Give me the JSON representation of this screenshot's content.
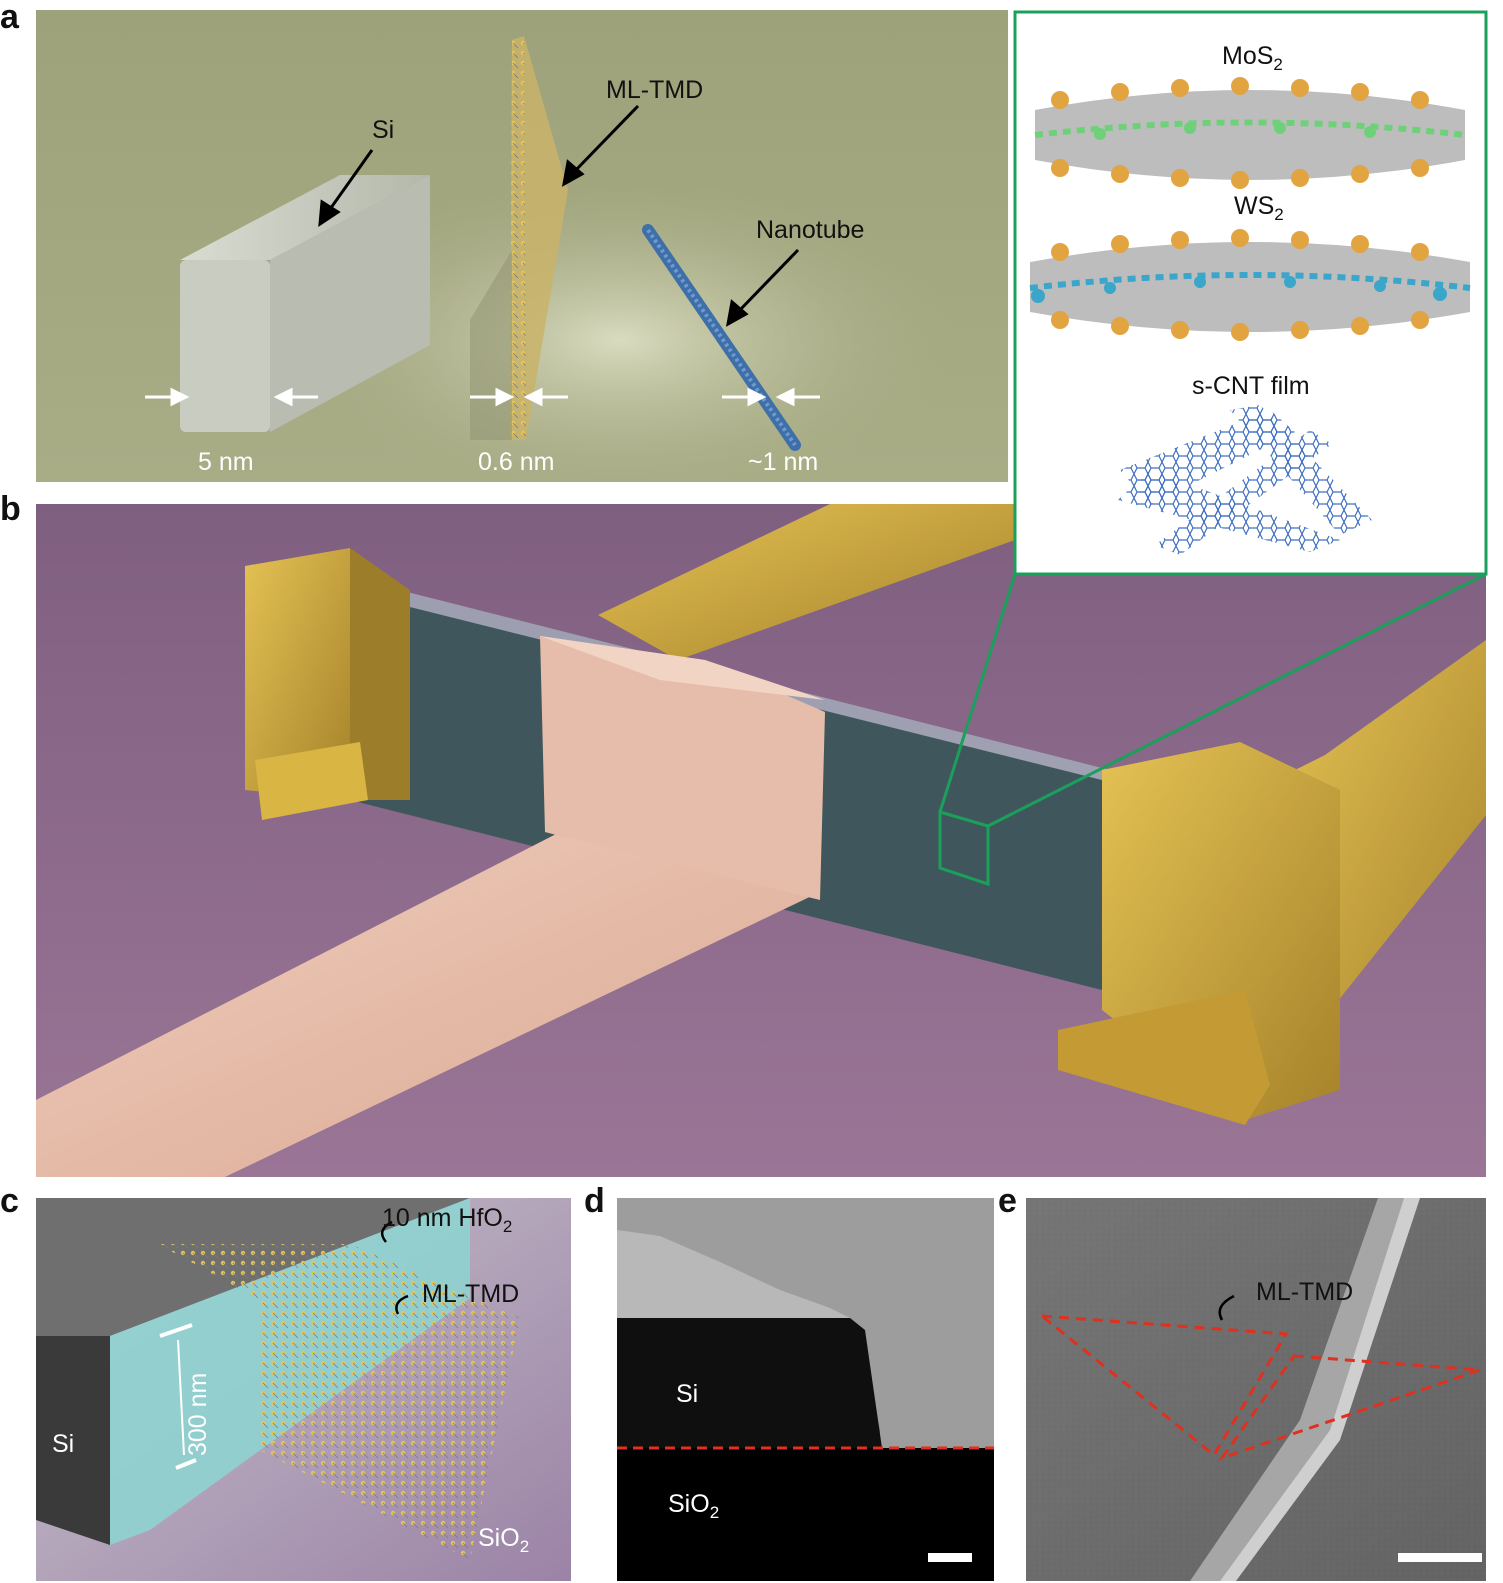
{
  "panels": {
    "a": {
      "letter": "a",
      "si_label": "Si",
      "tmd_label": "ML-TMD",
      "nanotube_label": "Nanotube",
      "dim_si": "5 nm",
      "dim_tmd": "0.6 nm",
      "dim_nanotube": "~1 nm"
    },
    "inset": {
      "mos2_main": "MoS",
      "mos2_sub": "2",
      "ws2_main": "WS",
      "ws2_sub": "2",
      "cnt_label": "s-CNT film"
    },
    "b": {
      "letter": "b"
    },
    "c": {
      "letter": "c",
      "hfo2_label": "10 nm HfO",
      "hfo2_sub": "2",
      "tmd_label": "ML-TMD",
      "height_label": "300 nm",
      "si_label": "Si",
      "sio2_main": "SiO",
      "sio2_sub": "2"
    },
    "d": {
      "letter": "d",
      "si_label": "Si",
      "sio2_main": "SiO",
      "sio2_sub": "2"
    },
    "e": {
      "letter": "e",
      "tmd_label": "ML-TMD"
    }
  },
  "colors": {
    "panel_a_bg": "#a3a77f",
    "panel_b_bg": "#8f6a8d",
    "gold": "#c9a43a",
    "channel": "#3f575c",
    "gate": "#e3b8a5",
    "inset_frame": "#1aa05a",
    "mos2_metal": "#6fd07a",
    "ws2_metal": "#3aa6c9",
    "chalcogen": "#e2a440",
    "nanotube": "#4a78c0",
    "hfo2": "#8fd3d0",
    "dash_red": "#e0301e"
  }
}
